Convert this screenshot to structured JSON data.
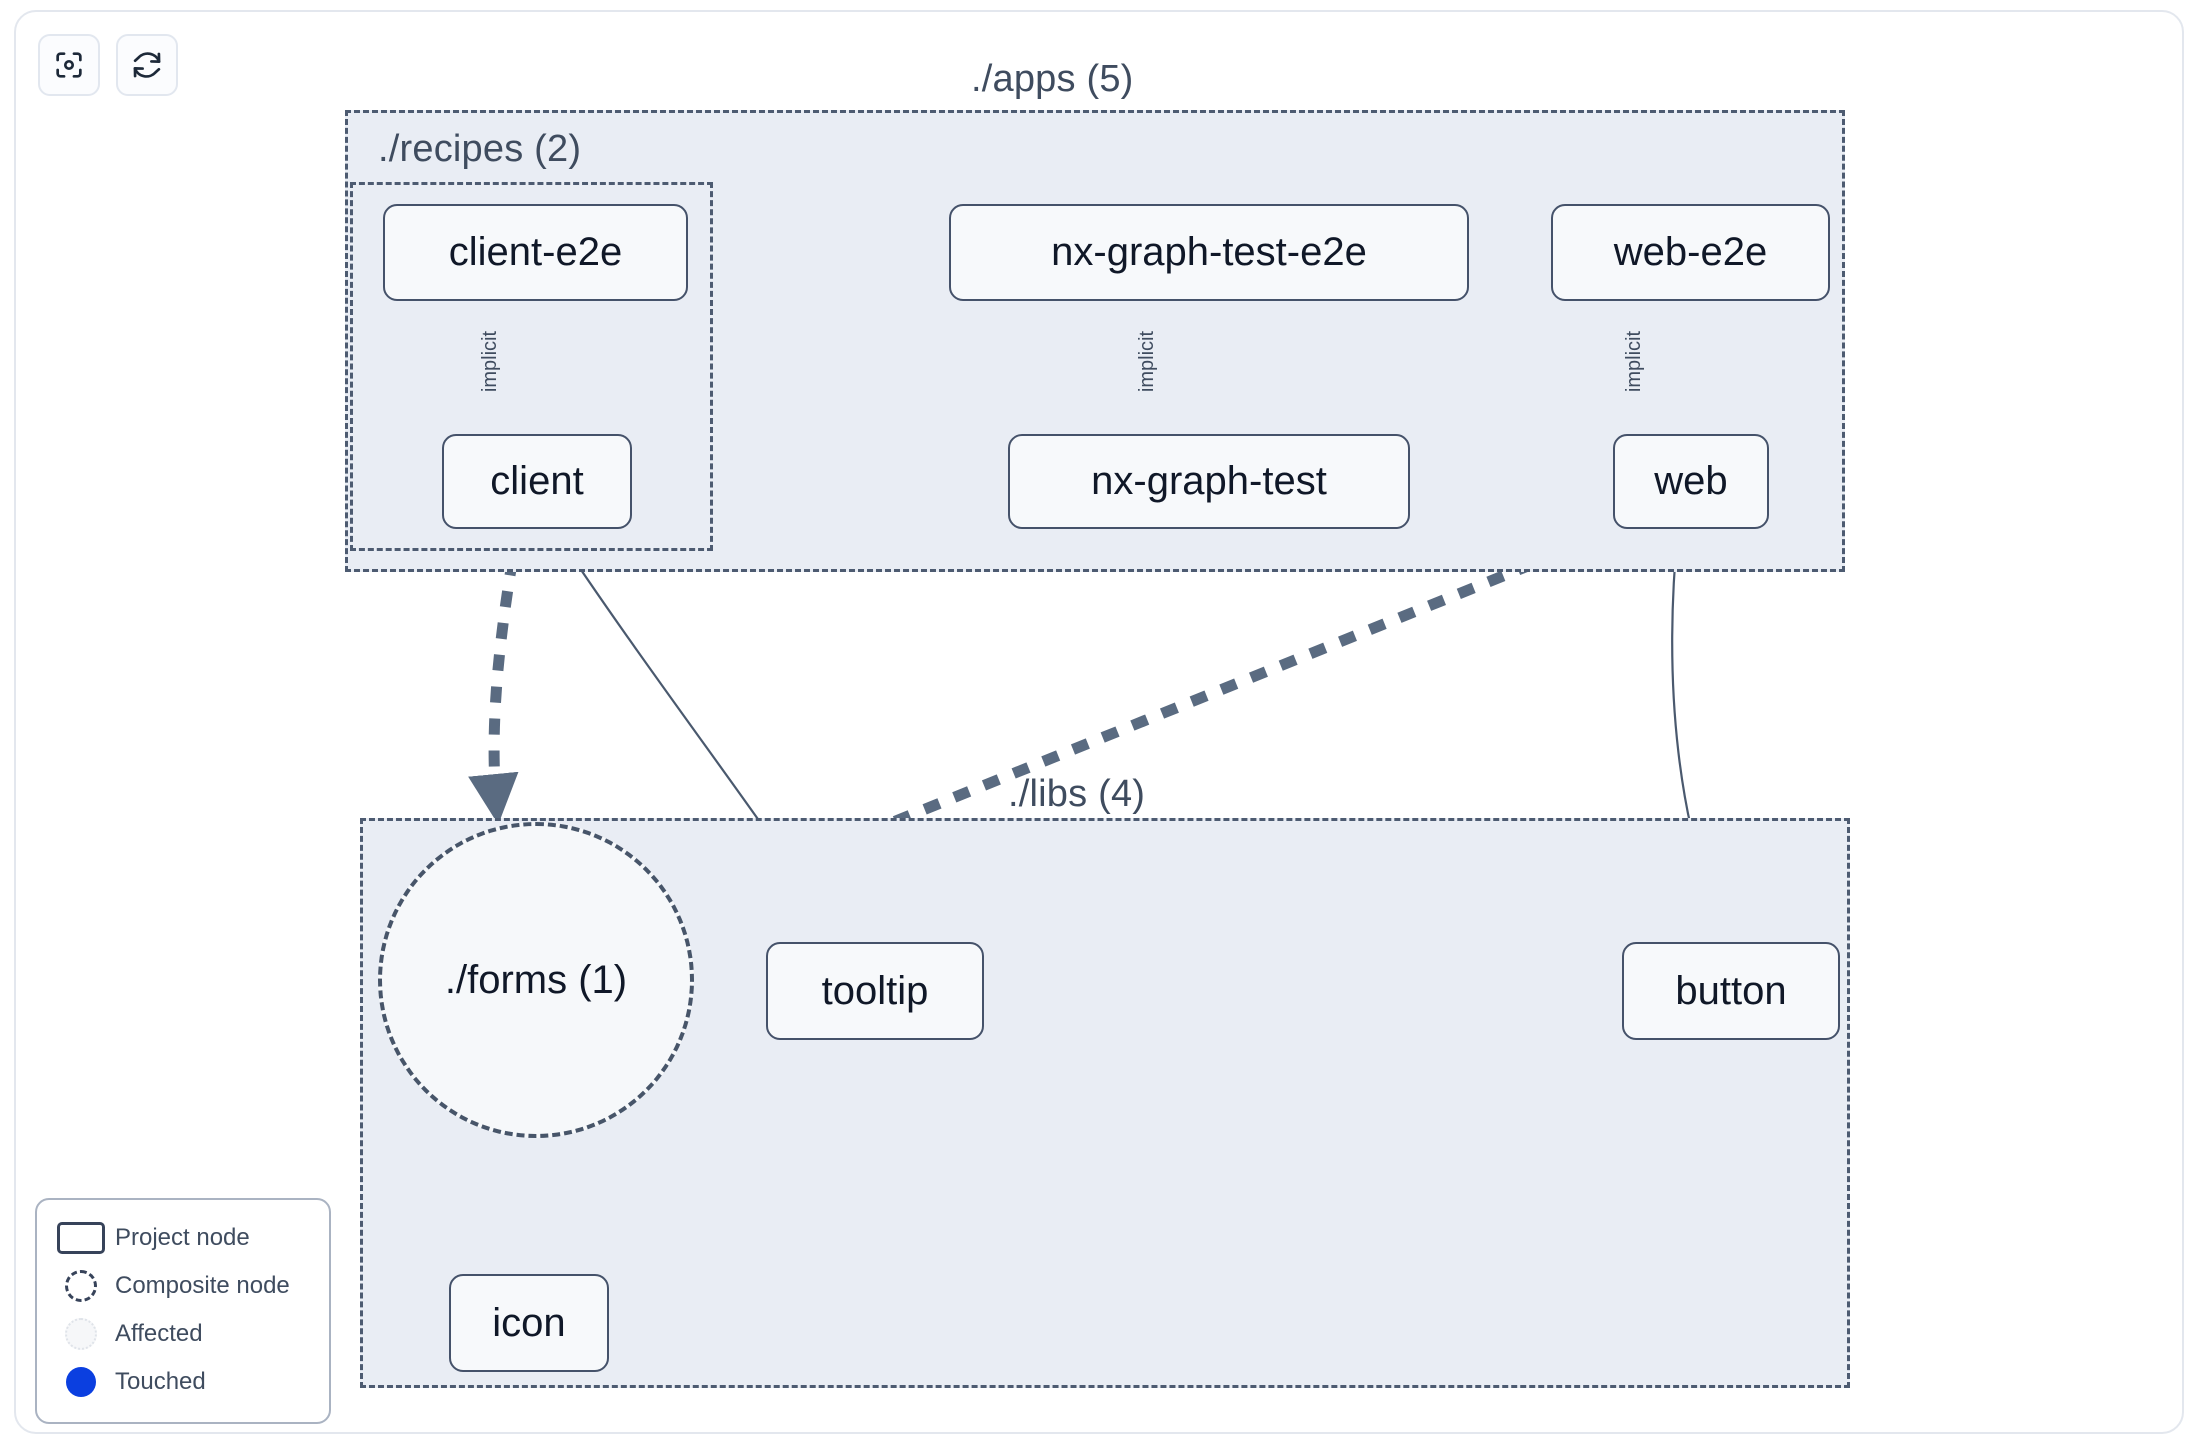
{
  "toolbar": {
    "buttons": [
      {
        "name": "focus-graph-button",
        "icon": "focus-target-icon",
        "label": ""
      },
      {
        "name": "refresh-graph-button",
        "icon": "refresh-icon",
        "label": ""
      }
    ]
  },
  "graph": {
    "groups": [
      {
        "id": "apps",
        "label": "./apps (5)",
        "count": 5
      },
      {
        "id": "recipes",
        "label": "./recipes (2)",
        "count": 2
      },
      {
        "id": "libs",
        "label": "./libs (4)",
        "count": 4
      }
    ],
    "nodes": [
      {
        "id": "client-e2e",
        "label": "client-e2e",
        "type": "project",
        "group": "recipes"
      },
      {
        "id": "client",
        "label": "client",
        "type": "project",
        "group": "recipes"
      },
      {
        "id": "nx-graph-test-e2e",
        "label": "nx-graph-test-e2e",
        "type": "project",
        "group": "apps"
      },
      {
        "id": "nx-graph-test",
        "label": "nx-graph-test",
        "type": "project",
        "group": "apps"
      },
      {
        "id": "web-e2e",
        "label": "web-e2e",
        "type": "project",
        "group": "apps"
      },
      {
        "id": "web",
        "label": "web",
        "type": "project",
        "group": "apps"
      },
      {
        "id": "forms",
        "label": "./forms (1)",
        "type": "composite",
        "group": "libs"
      },
      {
        "id": "tooltip",
        "label": "tooltip",
        "type": "project",
        "group": "libs"
      },
      {
        "id": "button",
        "label": "button",
        "type": "project",
        "group": "libs"
      },
      {
        "id": "icon",
        "label": "icon",
        "type": "project",
        "group": "libs"
      }
    ],
    "edges": [
      {
        "from": "client-e2e",
        "to": "client",
        "label": "implicit",
        "style": "solid-thin"
      },
      {
        "from": "nx-graph-test-e2e",
        "to": "nx-graph-test",
        "label": "implicit",
        "style": "solid-thin"
      },
      {
        "from": "web-e2e",
        "to": "web",
        "label": "implicit",
        "style": "solid-thin"
      },
      {
        "from": "client",
        "to": "forms",
        "label": "",
        "style": "dashed-thick"
      },
      {
        "from": "client",
        "to": "tooltip",
        "label": "",
        "style": "solid-thin"
      },
      {
        "from": "web",
        "to": "forms",
        "label": "",
        "style": "dashed-thick"
      },
      {
        "from": "web",
        "to": "button",
        "label": "",
        "style": "solid-thin"
      },
      {
        "from": "forms",
        "to": "icon",
        "label": "",
        "style": "dashed-thick"
      }
    ]
  },
  "legend": {
    "items": [
      {
        "key": "project",
        "label": "Project node",
        "swatch": "rect-outline"
      },
      {
        "key": "composite",
        "label": "Composite node",
        "swatch": "dashed-circle"
      },
      {
        "key": "affected",
        "label": "Affected",
        "swatch": "faint-circle"
      },
      {
        "key": "touched",
        "label": "Touched",
        "swatch": "blue-dot"
      }
    ]
  },
  "colors": {
    "node_border": "#45526a",
    "node_fill": "#f7f9fb",
    "group_fill": "#e9edf4",
    "group_border": "#4d5b71",
    "edge": "#4a596e",
    "touched_blue": "#0b3fe0",
    "text": "#101828",
    "muted_text": "#3f4c5f"
  }
}
